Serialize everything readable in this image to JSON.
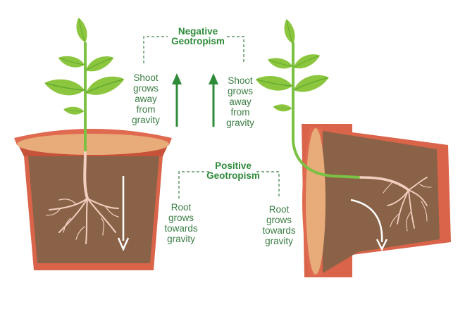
{
  "titles": {
    "negative": [
      "Negative",
      "Geotropism"
    ],
    "positive": [
      "Positive",
      "Geotropism"
    ]
  },
  "labels": {
    "shoot_left": [
      "Shoot",
      "grows",
      "away",
      "from",
      "gravity"
    ],
    "shoot_right": [
      "Shoot",
      "grows",
      "away",
      "from",
      "gravity"
    ],
    "root_left": [
      "Root",
      "grows",
      "towards",
      "gravity"
    ],
    "root_right": [
      "Root",
      "grows",
      "towards",
      "gravity"
    ]
  },
  "colors": {
    "pot_outer": "#d9644a",
    "pot_rim": "#e8785e",
    "soil": "#8a6247",
    "soil_top": "#e8ab7a",
    "leaf": "#8cc63f",
    "leaf_dark": "#5fa82e",
    "stem": "#7bc143",
    "root": "#f3cfc0",
    "label_green": "#3a7d44",
    "arrow_green": "#2e8b3a",
    "dash": "#3a7d44"
  }
}
